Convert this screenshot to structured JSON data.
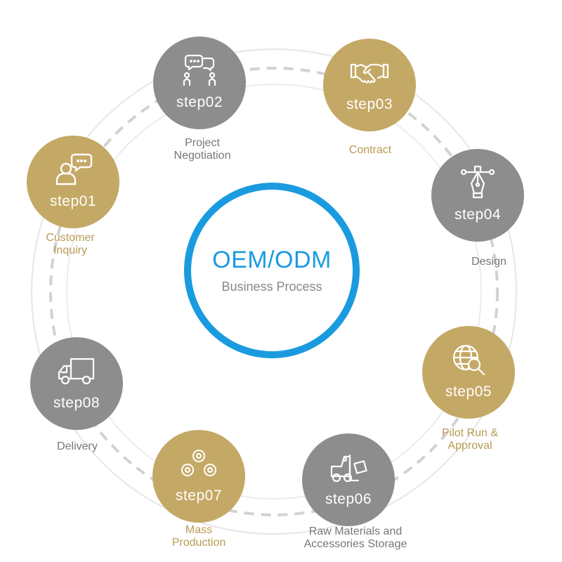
{
  "center": {
    "title": "OEM/ODM",
    "subtitle": "Business Process"
  },
  "colors": {
    "accent_blue": "#1a9be0",
    "gold": "#c4a865",
    "gray": "#8d8d8d"
  },
  "steps": [
    {
      "label": "step01",
      "caption": "Customer\nInquiry",
      "color": "gold",
      "icon": "customer-chat-icon"
    },
    {
      "label": "step02",
      "caption": "Project\nNegotiation",
      "color": "gray",
      "icon": "negotiation-icon"
    },
    {
      "label": "step03",
      "caption": "Contract",
      "color": "gold",
      "icon": "handshake-icon"
    },
    {
      "label": "step04",
      "caption": "Design",
      "color": "gray",
      "icon": "pen-tool-icon"
    },
    {
      "label": "step05",
      "caption": "Pilot Run &\nApproval",
      "color": "gold",
      "icon": "globe-search-icon"
    },
    {
      "label": "step06",
      "caption": "Raw Materials and\nAccessories Storage",
      "color": "gray",
      "icon": "forklift-icon"
    },
    {
      "label": "step07",
      "caption": "Mass\nProduction",
      "color": "gold",
      "icon": "gears-icon"
    },
    {
      "label": "step08",
      "caption": "Delivery",
      "color": "gray",
      "icon": "truck-icon"
    }
  ]
}
